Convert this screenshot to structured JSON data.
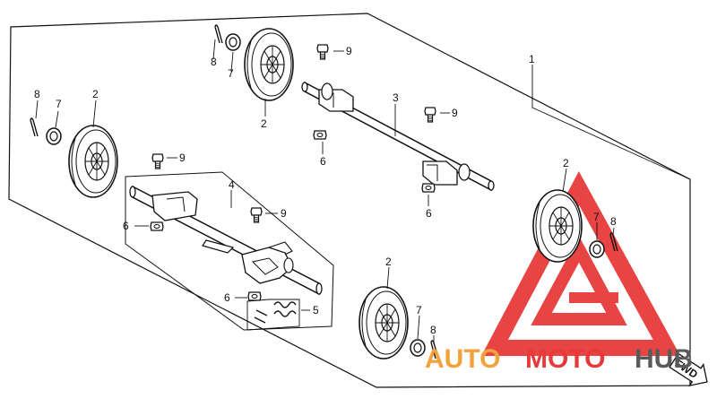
{
  "colors": {
    "line": "#111111",
    "watermark_red": "#e83a3a",
    "watermark_orange": "#f3a13a",
    "watermark_grey": "#5a5a5a"
  },
  "callouts": {
    "assembly": "1",
    "wheel_top": "2",
    "wheel_left": "2",
    "wheel_right": "2",
    "wheel_bottom": "2",
    "front_axle": "3",
    "rear_axle": "4",
    "spring": "5",
    "nut_a": "6",
    "nut_b": "6",
    "nut_c": "6",
    "nut_d": "6",
    "washer_top": "7",
    "washer_left": "7",
    "washer_right": "7",
    "washer_bottom": "7",
    "pin_top": "8",
    "pin_left": "8",
    "pin_right": "8",
    "pin_bottom": "8",
    "bolt_a": "9",
    "bolt_b": "9",
    "bolt_c": "9",
    "bolt_d": "9"
  },
  "fwd_label": "FWD",
  "watermark": {
    "part1": "AUTO",
    "part2": "MOTO",
    "part3": "HUB"
  }
}
